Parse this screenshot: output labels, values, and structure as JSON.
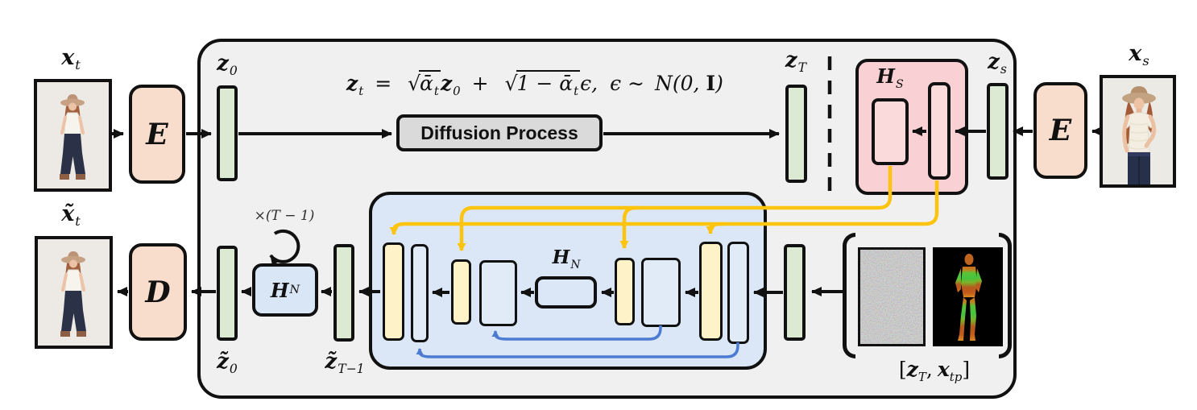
{
  "labels": {
    "xt": {
      "base": "x",
      "sub": "t"
    },
    "xt_gen": {
      "base": "x̃",
      "sub": "t"
    },
    "xs": {
      "base": "x",
      "sub": "s"
    },
    "z0": {
      "base": "z",
      "sub": "0"
    },
    "zT": {
      "base": "z",
      "sub": "T"
    },
    "zs": {
      "base": "z",
      "sub": "s"
    },
    "z0_gen": {
      "base": "z̃",
      "sub": "0"
    },
    "zTm1_gen": {
      "base": "z̃",
      "sub": "T−1"
    },
    "concat": {
      "open": "[",
      "z": "z",
      "z_sub": "T",
      "comma": ",",
      "x": "x",
      "x_sub": "tp",
      "close": "]"
    }
  },
  "blocks": {
    "encoder_top": {
      "letter": "E"
    },
    "encoder_side": {
      "letter": "E"
    },
    "decoder": {
      "letter": "D"
    },
    "diffusion": {
      "label": "Diffusion Process"
    },
    "hs": {
      "letter": "H",
      "sub": "S"
    },
    "hn_loop": {
      "letter": "H",
      "sub": "N"
    },
    "hn_bottleneck": {
      "letter": "H",
      "sub": "N"
    },
    "iterations": "×(T − 1)"
  },
  "equation": {
    "z": "z",
    "t": "t",
    "eq": "=",
    "sqrt": "√",
    "abar": "ᾱ",
    "abar_sub": "t",
    "z2": "z",
    "zero": "0",
    "plus": "+",
    "sqrt2": "√",
    "rad2": "1 − ᾱ",
    "rad2_sub": "t",
    "eps": "ϵ,",
    "eps_tail": "ϵ ∼",
    "N": "N",
    "args_open": "(0,",
    "I": "I",
    "args_close": ")"
  },
  "colors": {
    "panel_gray": "#f0f0f1",
    "encoder_peach": "#f9ddcc",
    "latent_green": "#ddead3",
    "style_pink": "#f9d0d3",
    "process_gray": "#dadada",
    "unet_blue": "#dbe7f6",
    "bar_yellow": "#fdf2c8",
    "bar_blue": "#e1ebf8",
    "line_yellow": "#fcc30f",
    "line_blue": "#4b7bd2",
    "line_black": "#111111"
  }
}
